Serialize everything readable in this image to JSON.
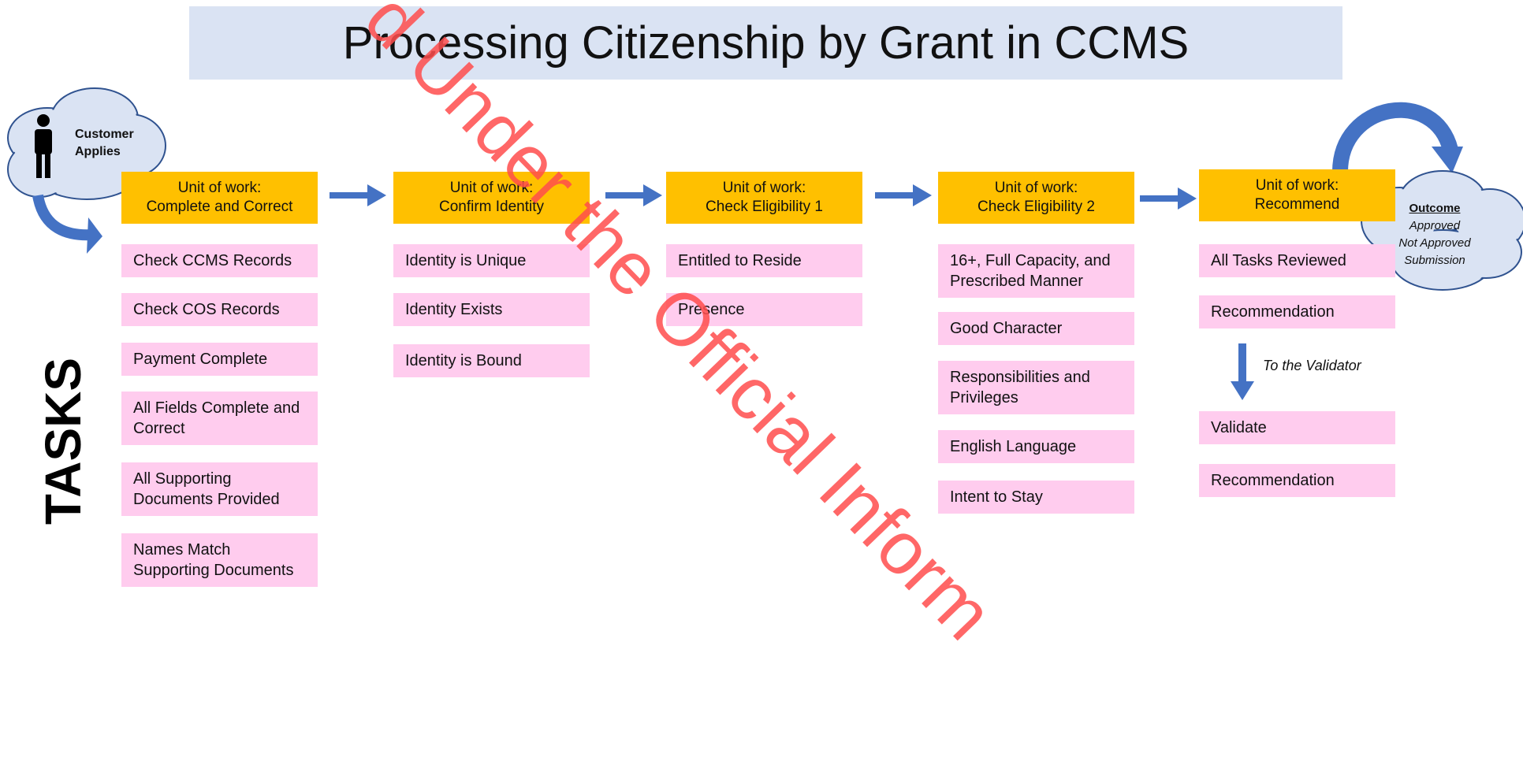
{
  "title": "Processing Citizenship by Grant in CCMS",
  "side_label": "TASKS",
  "customer_cloud": {
    "line1": "Customer",
    "line2": "Applies"
  },
  "outcome_cloud": {
    "title": "Outcome",
    "line1": "Approved",
    "line2": "Not Approved",
    "line3": "Submission"
  },
  "to_validator": "To the Validator",
  "watermark": "d Under the Official Inform",
  "colors": {
    "title_band": "#dae3f3",
    "unit": "#ffc000",
    "task": "#ffccee",
    "arrow": "#4472c4",
    "cloud_fill": "#dae3f3",
    "watermark": "#ff4d4d"
  },
  "units": [
    {
      "heading": "Unit of work:",
      "name": "Complete and Correct",
      "tasks": [
        "Check CCMS Records",
        "Check COS Records",
        "Payment Complete",
        "All Fields Complete and Correct",
        "All Supporting Documents Provided",
        "Names Match Supporting Documents"
      ]
    },
    {
      "heading": "Unit of work:",
      "name": "Confirm Identity",
      "tasks": [
        "Identity is Unique",
        "Identity Exists",
        "Identity is Bound"
      ]
    },
    {
      "heading": "Unit of work:",
      "name": "Check Eligibility 1",
      "tasks": [
        "Entitled to Reside",
        "Presence"
      ]
    },
    {
      "heading": "Unit of work:",
      "name": "Check Eligibility 2",
      "tasks": [
        "16+, Full Capacity, and Prescribed Manner",
        "Good Character",
        "Responsibilities and Privileges",
        "English Language",
        "Intent to Stay"
      ]
    },
    {
      "heading": "Unit of work:",
      "name": "Recommend",
      "tasks": [
        "All Tasks Reviewed",
        "Recommendation",
        "Validate",
        "Recommendation"
      ]
    }
  ]
}
